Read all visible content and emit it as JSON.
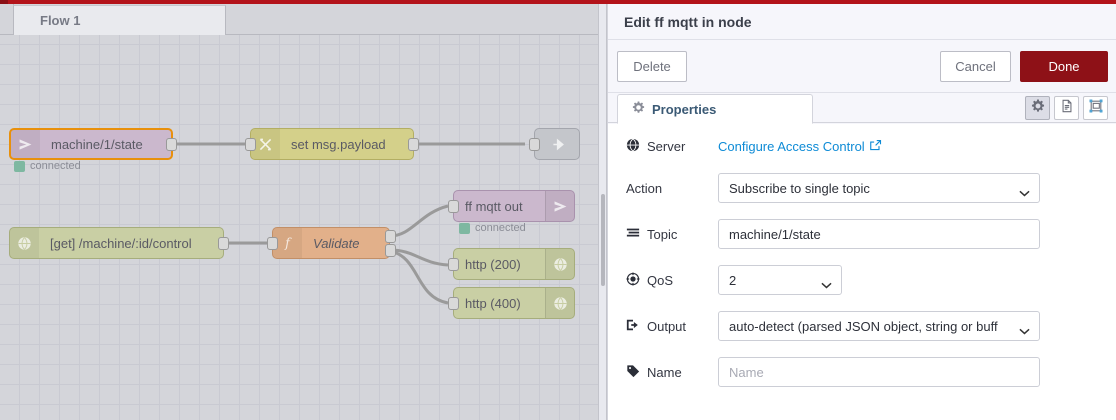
{
  "workspace": {
    "tab_label": "Flow 1",
    "nodes": [
      {
        "name": "mqtt-in-node",
        "label": "machine/1/state",
        "status": "connected",
        "icon": "mqtt-icon"
      },
      {
        "name": "change-node",
        "label": "set msg.payload",
        "icon": "swap-icon"
      },
      {
        "name": "debug-node",
        "label": "",
        "icon": "debug-arrow-icon"
      },
      {
        "name": "http-in-node",
        "label": "[get] /machine/:id/control",
        "icon": "globe-icon"
      },
      {
        "name": "function-node",
        "label": "Validate",
        "icon": "function-icon"
      },
      {
        "name": "mqtt-out-node",
        "label": "ff mqtt out",
        "status": "connected",
        "icon": "mqtt-icon"
      },
      {
        "name": "http-response-200",
        "label": "http (200)",
        "icon": "globe-icon"
      },
      {
        "name": "http-response-400",
        "label": "http (400)",
        "icon": "globe-icon"
      }
    ]
  },
  "panel": {
    "title": "Edit ff mqtt in node",
    "buttons": {
      "delete": "Delete",
      "cancel": "Cancel",
      "done": "Done"
    },
    "tab": {
      "label": "Properties",
      "icon": "gear-icon"
    },
    "icon_buttons": [
      {
        "name": "properties-icon-button",
        "icon": "gear-icon"
      },
      {
        "name": "description-icon-button",
        "icon": "document-icon"
      },
      {
        "name": "appearance-icon-button",
        "icon": "appearance-icon"
      }
    ],
    "form": {
      "server": {
        "label": "Server",
        "icon": "globe-icon",
        "link_text": "Configure Access Control",
        "link_icon": "external-link-icon"
      },
      "action": {
        "label": "Action",
        "value": "Subscribe to single topic"
      },
      "topic": {
        "label": "Topic",
        "icon": "list-icon",
        "value": "machine/1/state"
      },
      "qos": {
        "label": "QoS",
        "icon": "target-icon",
        "value": "2"
      },
      "output": {
        "label": "Output",
        "icon": "sign-out-icon",
        "value": "auto-detect (parsed JSON object, string or buff"
      },
      "name": {
        "label": "Name",
        "icon": "tag-icon",
        "placeholder": "Name",
        "value": ""
      }
    }
  },
  "colors": {
    "deploy_bar": "#b3131a",
    "done_button": "#8e1117",
    "link": "#0e8bd6",
    "selected_node_border": "#e8900c",
    "status_dot": "#7eb8a1",
    "canvas": "#d4d5da"
  }
}
